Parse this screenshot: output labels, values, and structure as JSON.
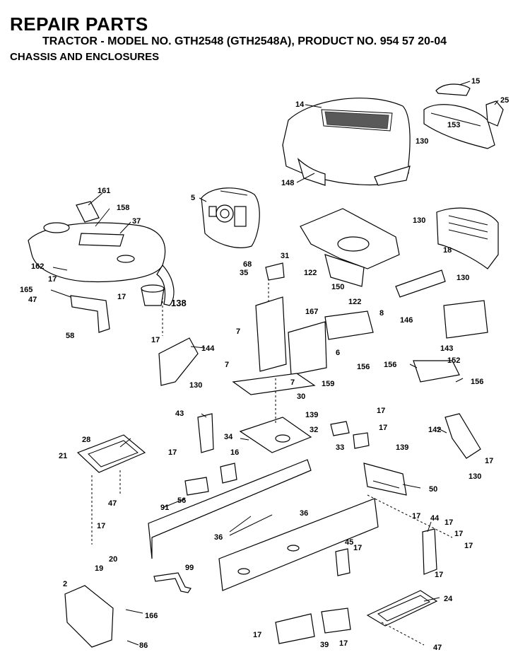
{
  "header": {
    "title": "REPAIR PARTS",
    "model_line": "TRACTOR - MODEL NO. GTH2548 (GTH2548A), PRODUCT NO. 954 57 20-04",
    "section": "CHASSIS AND ENCLOSURES"
  },
  "callouts": {
    "c14": "14",
    "c15": "15",
    "c25": "25",
    "c153": "153",
    "c130a": "130",
    "c148": "148",
    "c161": "161",
    "c158": "158",
    "c37": "37",
    "c5": "5",
    "c130b": "130",
    "c18": "18",
    "c130c": "130",
    "c162": "162",
    "c17a": "17",
    "c165": "165",
    "c47a": "47",
    "c17b": "17",
    "c138": "138",
    "c58": "58",
    "c68": "68",
    "c35": "35",
    "c31": "31",
    "c122a": "122",
    "c150": "150",
    "c122b": "122",
    "c167": "167",
    "c8": "8",
    "c146": "146",
    "c143": "143",
    "c7a": "7",
    "c7b": "7",
    "c7c": "7",
    "c6": "6",
    "c156a": "156",
    "c159": "159",
    "c30": "30",
    "c17c": "17",
    "c144": "144",
    "c130d": "130",
    "c156b": "156",
    "c152": "152",
    "c156c": "156",
    "c43": "43",
    "c139a": "139",
    "c17d": "17",
    "c32": "32",
    "c17e": "17",
    "c34": "34",
    "c33": "33",
    "c139b": "139",
    "c142": "142",
    "c17f": "17",
    "c130e": "130",
    "c28": "28",
    "c21": "21",
    "c17g": "17",
    "c16": "16",
    "c56": "56",
    "c47b": "47",
    "c91": "91",
    "c17h": "17",
    "c36a": "36",
    "c36b": "36",
    "c50": "50",
    "c17i": "17",
    "c44": "44",
    "c17j": "17",
    "c17k": "17",
    "c17l": "17",
    "c20": "20",
    "c19": "19",
    "c45": "45",
    "c17m": "17",
    "c17n": "17",
    "c99": "99",
    "c2": "2",
    "c166": "166",
    "c86": "86",
    "c24": "24",
    "c17o": "17",
    "c39": "39",
    "c17p": "17",
    "c47c": "47"
  }
}
